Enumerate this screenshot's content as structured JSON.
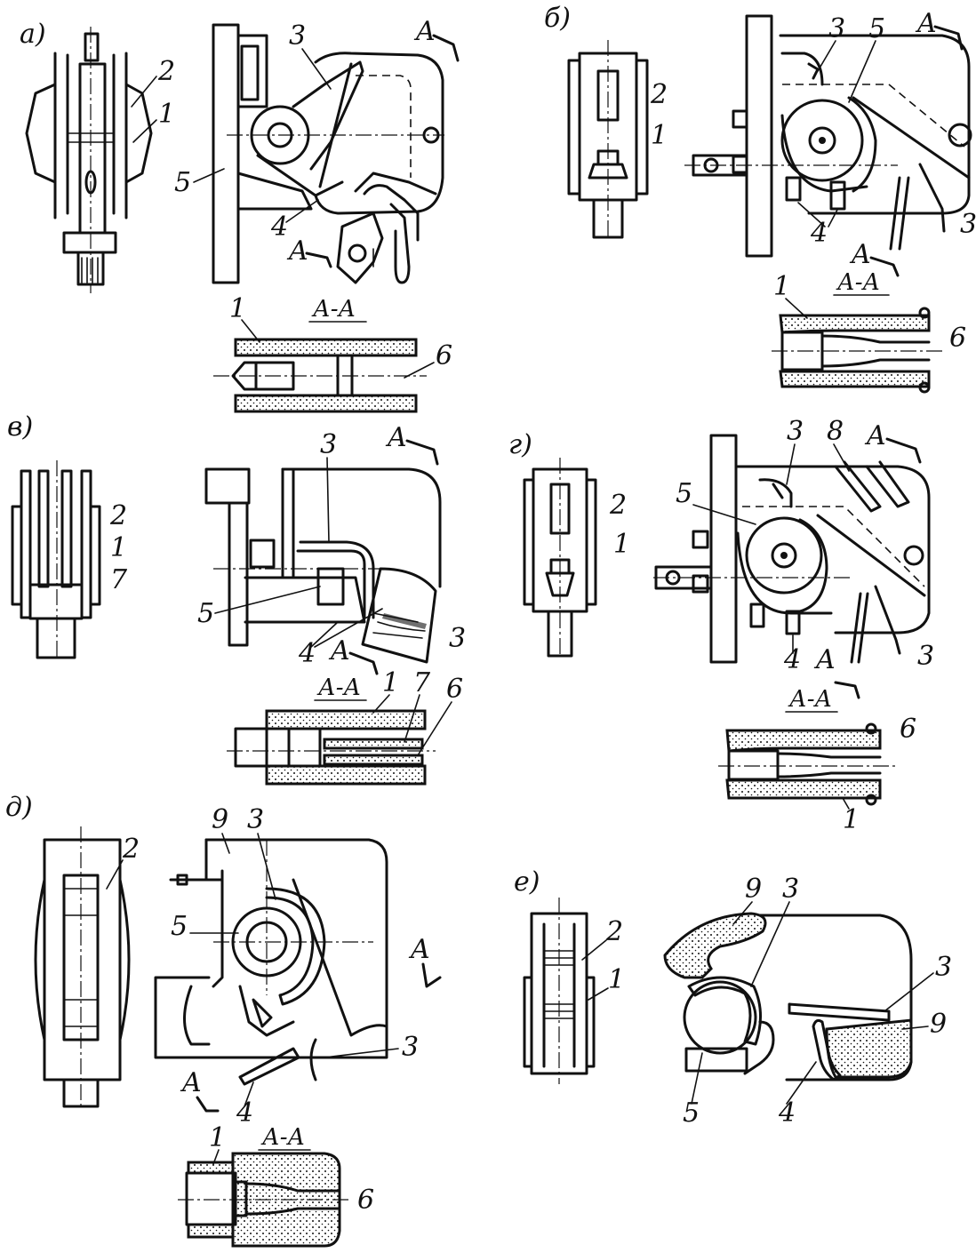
{
  "panels": [
    {
      "id": "a",
      "label": "а)"
    },
    {
      "id": "b",
      "label": "б)"
    },
    {
      "id": "v",
      "label": "в)"
    },
    {
      "id": "g",
      "label": "г)"
    },
    {
      "id": "d",
      "label": "д)"
    },
    {
      "id": "e",
      "label": "е)"
    }
  ],
  "section_mark": "A",
  "section_title": "А-А",
  "part_numbers": [
    "1",
    "2",
    "3",
    "4",
    "5",
    "6",
    "7",
    "8",
    "9"
  ]
}
